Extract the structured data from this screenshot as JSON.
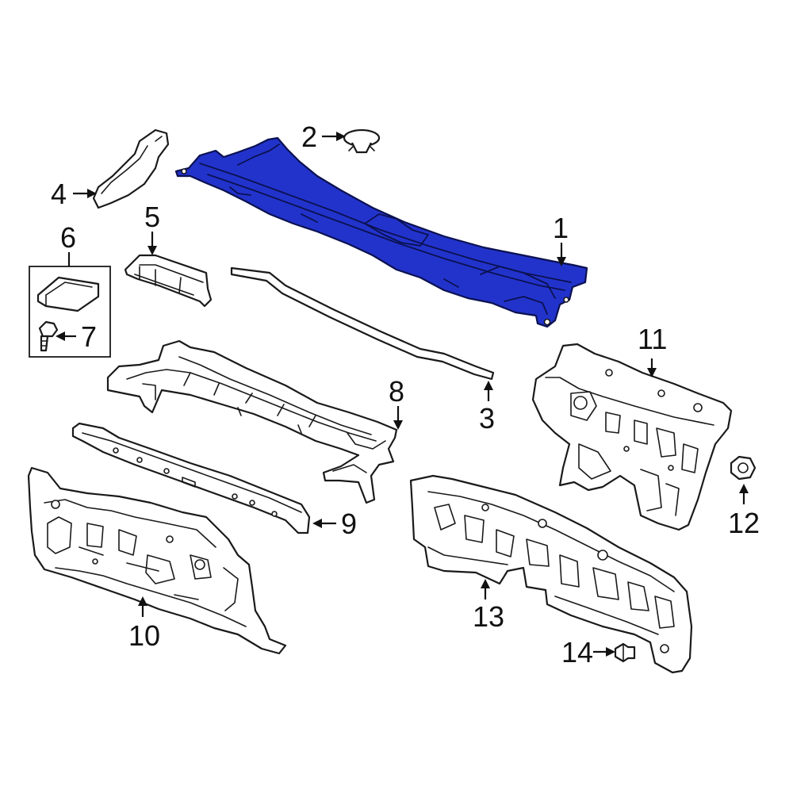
{
  "highlight_color": "#2233cc",
  "callouts": [
    {
      "id": "1",
      "text": "1"
    },
    {
      "id": "2",
      "text": "2"
    },
    {
      "id": "3",
      "text": "3"
    },
    {
      "id": "4",
      "text": "4"
    },
    {
      "id": "5",
      "text": "5"
    },
    {
      "id": "6",
      "text": "6"
    },
    {
      "id": "7",
      "text": "7"
    },
    {
      "id": "8",
      "text": "8"
    },
    {
      "id": "9",
      "text": "9"
    },
    {
      "id": "10",
      "text": "10"
    },
    {
      "id": "11",
      "text": "11"
    },
    {
      "id": "12",
      "text": "12"
    },
    {
      "id": "13",
      "text": "13"
    },
    {
      "id": "14",
      "text": "14"
    }
  ]
}
